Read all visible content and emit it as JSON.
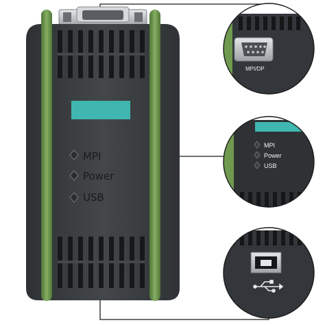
{
  "device": {
    "indicators": [
      {
        "key": "mpi",
        "label": "MPI"
      },
      {
        "key": "power",
        "label": "Power"
      },
      {
        "key": "usb",
        "label": "USB"
      }
    ]
  },
  "callouts": {
    "port": {
      "label": "MPI/DP"
    },
    "leds": {
      "labels": [
        "MPI",
        "Power",
        "USB"
      ]
    },
    "usb": {
      "icon": "usb-trident-icon"
    }
  },
  "colors": {
    "body": "#3a3d40",
    "bumper": "#6f9a4f",
    "window": "#3fb6b0",
    "connector": "#c9cbcd"
  }
}
